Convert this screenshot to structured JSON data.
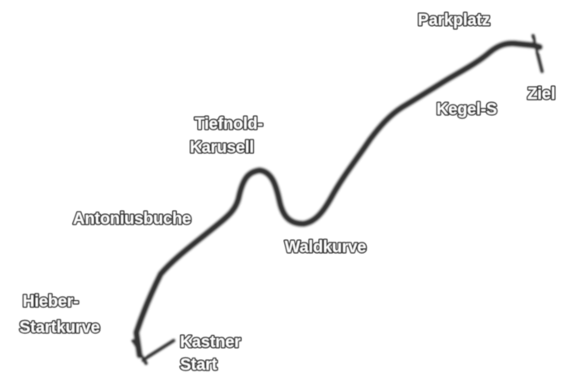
{
  "map": {
    "colors": {
      "route": "#333333",
      "label_outline": "#3a3a3a",
      "label_fill": "#ffffff",
      "background": "#ffffff"
    },
    "labels": {
      "parkplatz": "Parkplatz",
      "ziel": "Ziel",
      "kegel_s": "Kegel-S",
      "tiefnold_line1": "Tiefnold-",
      "tiefnold_line2": "Karusell",
      "antoniusbuche": "Antoniusbuche",
      "waldkurve": "Waldkurve",
      "hieber_line1": "Hieber-",
      "hieber_line2": "Startkurve",
      "kastner_line1": "Kastner",
      "kastner_line2": "Start"
    }
  }
}
